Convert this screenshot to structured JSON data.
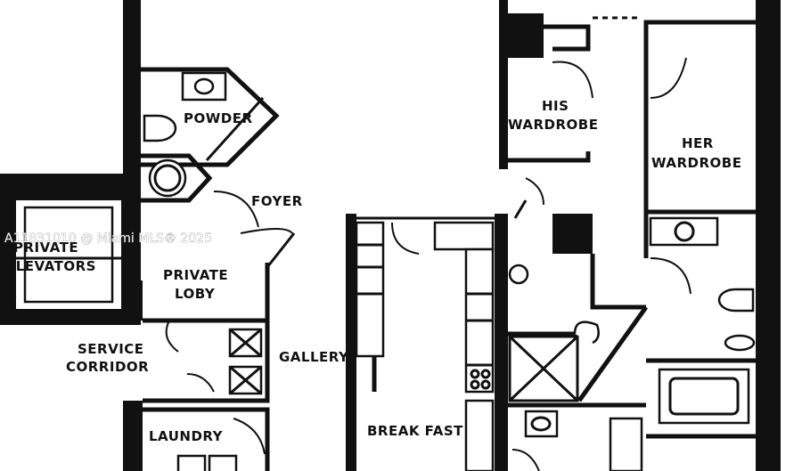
{
  "rooms": {
    "powder": "POWDER",
    "foyer": "FOYER",
    "private_elevators_1": "PRIVATE",
    "private_elevators_2": "ELEVATORS",
    "private_loby_1": "PRIVATE",
    "private_loby_2": "LOBY",
    "service_corridor_1": "SERVICE",
    "service_corridor_2": "CORRIDOR",
    "gallery": "GALLERY",
    "laundry": "LAUNDRY",
    "break_fast": "BREAK FAST",
    "his_wardrobe_1": "HIS",
    "his_wardrobe_2": "WARDROBE",
    "her_wardrobe_1": "HER",
    "her_wardrobe_2": "WARDROBE"
  },
  "watermark": "A11831010 @ Miami MLS® 2025"
}
